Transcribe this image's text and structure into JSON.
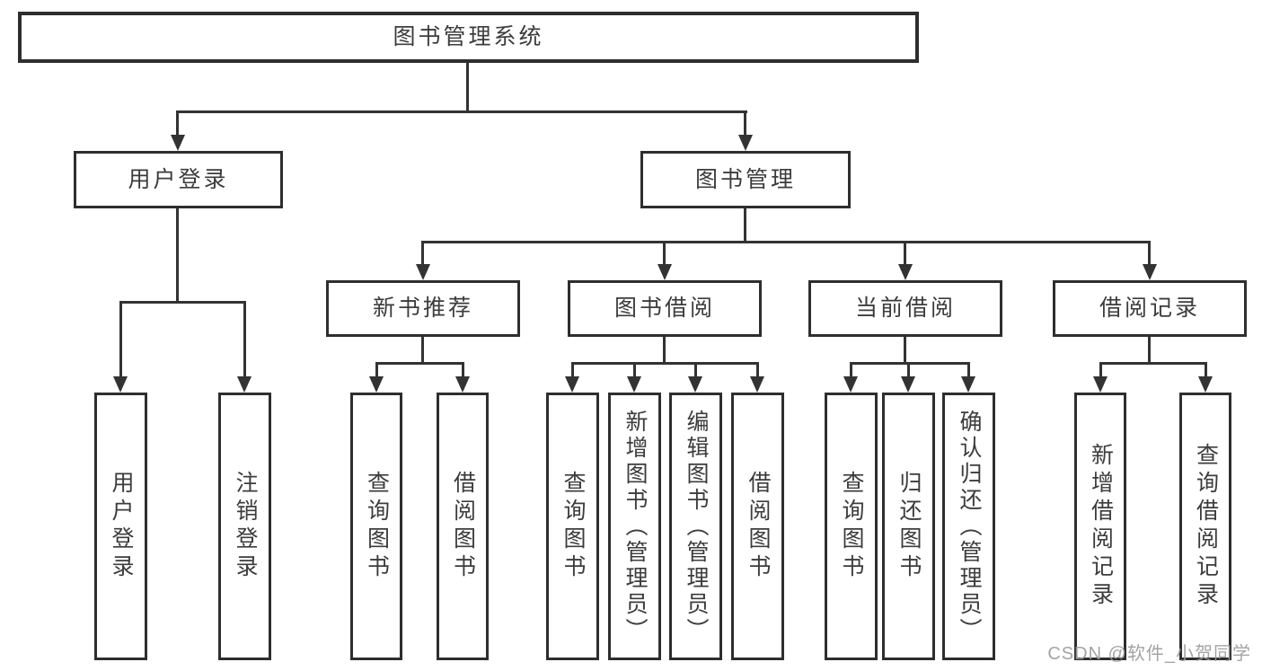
{
  "tree": {
    "root": {
      "label": "图书管理系统"
    },
    "branches": [
      {
        "label": "用户登录",
        "children": [
          {
            "label": "用户登录"
          },
          {
            "label": "注销登录"
          }
        ]
      },
      {
        "label": "图书管理",
        "children": [
          {
            "label": "新书推荐",
            "children": [
              {
                "label": "查询图书"
              },
              {
                "label": "借阅图书"
              }
            ]
          },
          {
            "label": "图书借阅",
            "children": [
              {
                "label": "查询图书"
              },
              {
                "label": "新增图书（管理员）"
              },
              {
                "label": "编辑图书（管理员）"
              },
              {
                "label": "借阅图书"
              }
            ]
          },
          {
            "label": "当前借阅",
            "children": [
              {
                "label": "查询图书"
              },
              {
                "label": "归还图书"
              },
              {
                "label": "确认归还（管理员）"
              }
            ]
          },
          {
            "label": "借阅记录",
            "children": [
              {
                "label": "新增借阅记录"
              },
              {
                "label": "查询借阅记录"
              }
            ]
          }
        ]
      }
    ]
  },
  "watermark": {
    "text": "CSDN @软件_小贺同学"
  },
  "colors": {
    "line": "#333333",
    "box_border": "#2e2e2e",
    "text": "#3c3c3c",
    "watermark": "#9c9c9c",
    "background": "#ffffff"
  }
}
